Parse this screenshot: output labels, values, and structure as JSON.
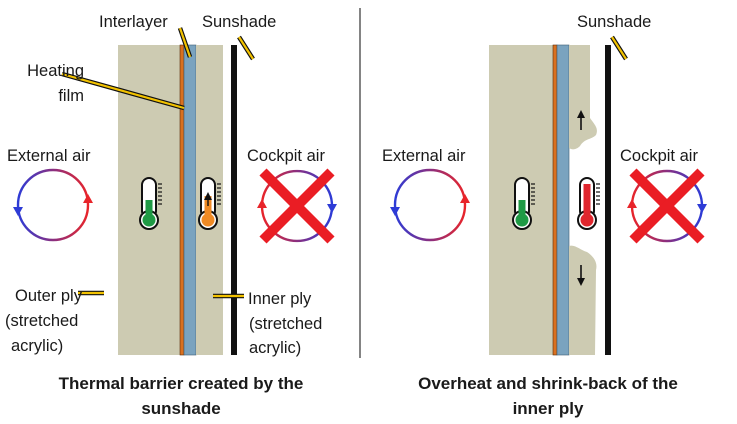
{
  "colors": {
    "acrylic": "#cdcbb2",
    "interlayer": "#7aa3bf",
    "heating_film": "#d9701f",
    "sunshade": "#111111",
    "leader_yellow": "#f2c200",
    "thermo_green": "#1f9a45",
    "thermo_orange": "#ef8a24",
    "thermo_red": "#e0262e",
    "cross_red": "#ea1d24",
    "arrow_warm": "#e8242a",
    "arrow_cool": "#2d3bd6"
  },
  "icons": [
    "thermometer-icon",
    "circulation-arrow-icon",
    "cross-icon",
    "up-arrow-icon",
    "down-arrow-icon"
  ],
  "left_panel": {
    "label_interlayer": "Interlayer",
    "label_sunshade": "Sunshade",
    "label_heating_1": "Heating",
    "label_heating_2": "film",
    "label_external_air": "External air",
    "label_cockpit_air": "Cockpit air",
    "label_outer_1": "Outer ply",
    "label_outer_2": "(stretched",
    "label_outer_3": "acrylic)",
    "label_inner_1": "Inner ply",
    "label_inner_2": "(stretched",
    "label_inner_3": "acrylic)",
    "caption_1": "Thermal barrier created by the",
    "caption_2": "sunshade"
  },
  "right_panel": {
    "label_sunshade": "Sunshade",
    "label_external_air": "External air",
    "label_cockpit_air": "Cockpit air",
    "caption_1": "Overheat and shrink-back of the",
    "caption_2": "inner ply"
  }
}
